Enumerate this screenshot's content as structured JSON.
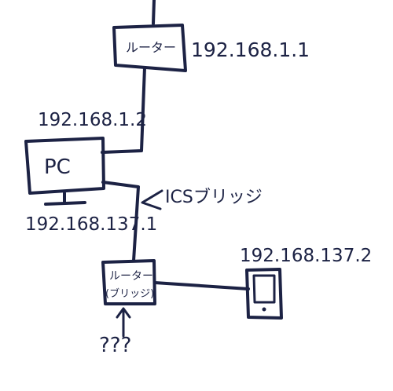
{
  "diagram": {
    "top_router": {
      "label": "ルーター",
      "ip": "192.168.1.1"
    },
    "pc": {
      "label": "PC",
      "ip_upstream": "192.168.1.2",
      "ip_downstream": "192.168.137.1"
    },
    "ics_bridge_label": "ICSブリッジ",
    "bridge_router": {
      "label": "ルーター",
      "sublabel": "(ブリッジ)"
    },
    "device": {
      "ip": "192.168.137.2",
      "icon": "smartphone-icon"
    },
    "unknown_label": "???",
    "ink_color": "#1c2244"
  }
}
